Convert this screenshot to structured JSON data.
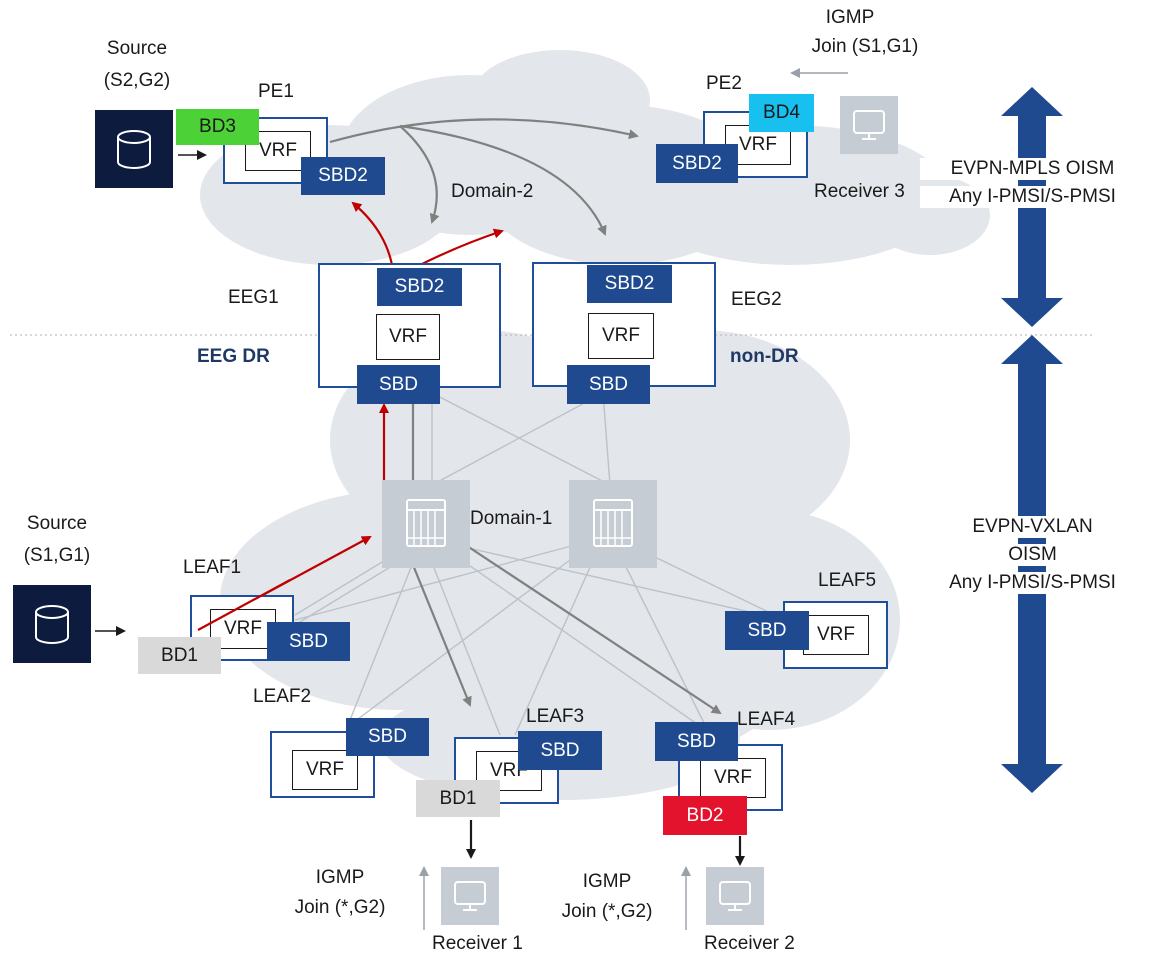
{
  "colors": {
    "blue_tag": "#1f4a8f",
    "box_border": "#1f4e9c",
    "cloud": "#e3e6ea",
    "red_arrow": "#c00000",
    "grey_arrow": "#808080",
    "bd1": "#d9d9d9",
    "bd2": "#e3132d",
    "bd3": "#4cd137",
    "bd4": "#18c0f0",
    "big_arrow": "#1f4a8f"
  },
  "sources": {
    "s2": {
      "line1": "Source",
      "line2": "(S2,G2)"
    },
    "s1": {
      "line1": "Source",
      "line2": "(S1,G1)"
    }
  },
  "pe1": {
    "name": "PE1",
    "vrf": "VRF",
    "bd": "BD3",
    "sbd": "SBD2"
  },
  "pe2": {
    "name": "PE2",
    "vrf": "VRF",
    "bd": "BD4",
    "sbd": "SBD2"
  },
  "pe2_join": {
    "line1": "IGMP",
    "line2": "Join (S1,G1)"
  },
  "receiver_top": "Receiver 3",
  "domain2": "Domain-2",
  "domain1": "Domain-1",
  "eeg1": {
    "name": "EEG1",
    "role": "EEG DR",
    "sbd2": "SBD2",
    "vrf": "VRF",
    "sbd": "SBD"
  },
  "eeg2": {
    "name": "EEG2",
    "role": "non-DR",
    "sbd2": "SBD2",
    "vrf": "VRF",
    "sbd": "SBD"
  },
  "leaf1": {
    "name": "LEAF1",
    "vrf": "VRF",
    "sbd": "SBD",
    "bd": "BD1"
  },
  "leaf2": {
    "name": "LEAF2",
    "vrf": "VRF",
    "sbd": "SBD"
  },
  "leaf3": {
    "name": "LEAF3",
    "vrf": "VRF",
    "sbd": "SBD",
    "bd": "BD1"
  },
  "leaf4": {
    "name": "LEAF4",
    "vrf": "VRF",
    "sbd": "SBD",
    "bd": "BD2"
  },
  "leaf5": {
    "name": "LEAF5",
    "vrf": "VRF",
    "sbd": "SBD"
  },
  "receiver1": {
    "name": "Receiver 1",
    "join1": "IGMP",
    "join2": "Join (*,G2)"
  },
  "receiver2": {
    "name": "Receiver 2",
    "join1": "IGMP",
    "join2": "Join (*,G2)"
  },
  "side_top": {
    "line1": "EVPN-MPLS OISM",
    "line2": "Any I-PMSI/S-PMSI"
  },
  "side_bottom": {
    "line1": "EVPN-VXLAN",
    "line2": "OISM",
    "line3": "Any I-PMSI/S-PMSI"
  }
}
